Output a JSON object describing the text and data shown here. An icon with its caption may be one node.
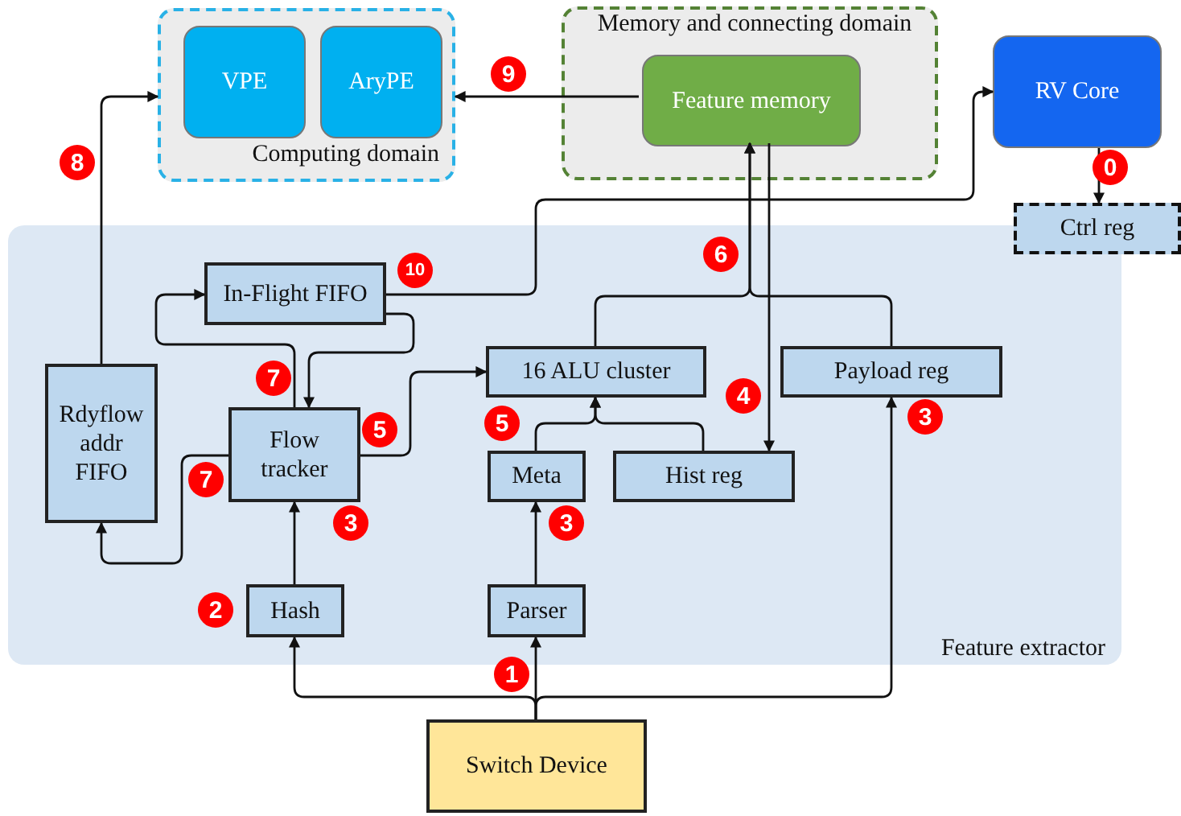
{
  "diagram": {
    "nodes": [
      {
        "text": [
          "Computing domain"
        ]
      },
      {
        "text": [
          "VPE"
        ],
        "in": 0
      },
      {
        "text": [
          "AryPE"
        ],
        "in": 0
      },
      {
        "text": [
          "Memory and connecting domain"
        ]
      },
      {
        "text": [
          "Feature memory"
        ],
        "in": 3
      },
      {
        "text": [
          "RV Core"
        ]
      },
      {
        "text": [
          "Ctrl reg"
        ]
      },
      {
        "text": [
          "Feature extractor"
        ]
      },
      {
        "text": [
          "In-Flight FIFO"
        ],
        "in": 7
      },
      {
        "text": [
          "Rdyflow addr FIFO"
        ],
        "in": 7
      },
      {
        "text": [
          "Flow tracker"
        ],
        "in": 7
      },
      {
        "text": [
          "16 ALU cluster"
        ],
        "in": 7
      },
      {
        "text": [
          "Payload reg"
        ],
        "in": 7
      },
      {
        "text": [
          "Meta"
        ],
        "in": 7
      },
      {
        "text": [
          "Hist reg"
        ],
        "in": 7
      },
      {
        "text": [
          "Hash"
        ],
        "in": 7
      },
      {
        "text": [
          "Parser"
        ],
        "in": 7
      },
      {
        "text": [
          "Switch Device"
        ]
      }
    ],
    "edges": [
      {
        "from": 4,
        "to": 0,
        "arrow": "to"
      },
      {
        "from": 9,
        "to": 0,
        "arrow": "to"
      },
      {
        "from": 5,
        "to": 6,
        "arrow": "to"
      },
      {
        "from": 8,
        "to": 5,
        "arrow": "to"
      },
      {
        "from": 8,
        "to": 10,
        "arrow": "to"
      },
      {
        "from": 10,
        "to": 8,
        "arrow": "to"
      },
      {
        "from": 10,
        "to": 9,
        "arrow": "to"
      },
      {
        "from": 10,
        "to": 11,
        "arrow": "to"
      },
      {
        "from": 15,
        "to": 10,
        "arrow": "to"
      },
      {
        "from": 16,
        "to": 13,
        "arrow": "to"
      },
      {
        "from": 13,
        "to": 11,
        "arrow": "to"
      },
      {
        "from": 14,
        "to": 11,
        "arrow": "to"
      },
      {
        "from": 11,
        "to": 4,
        "arrow": "to"
      },
      {
        "from": 12,
        "to": 4,
        "arrow": "to"
      },
      {
        "from": 4,
        "to": 14,
        "arrow": "to"
      },
      {
        "from": 17,
        "to": 15,
        "arrow": "to"
      },
      {
        "from": 17,
        "to": 16,
        "arrow": "to"
      },
      {
        "from": 17,
        "to": 12,
        "arrow": "to"
      }
    ],
    "labels": [
      "9",
      "8",
      "0",
      "6",
      "10",
      "7",
      "4",
      "5",
      "5",
      "3",
      "7",
      "3",
      "3",
      "2",
      "1"
    ]
  }
}
